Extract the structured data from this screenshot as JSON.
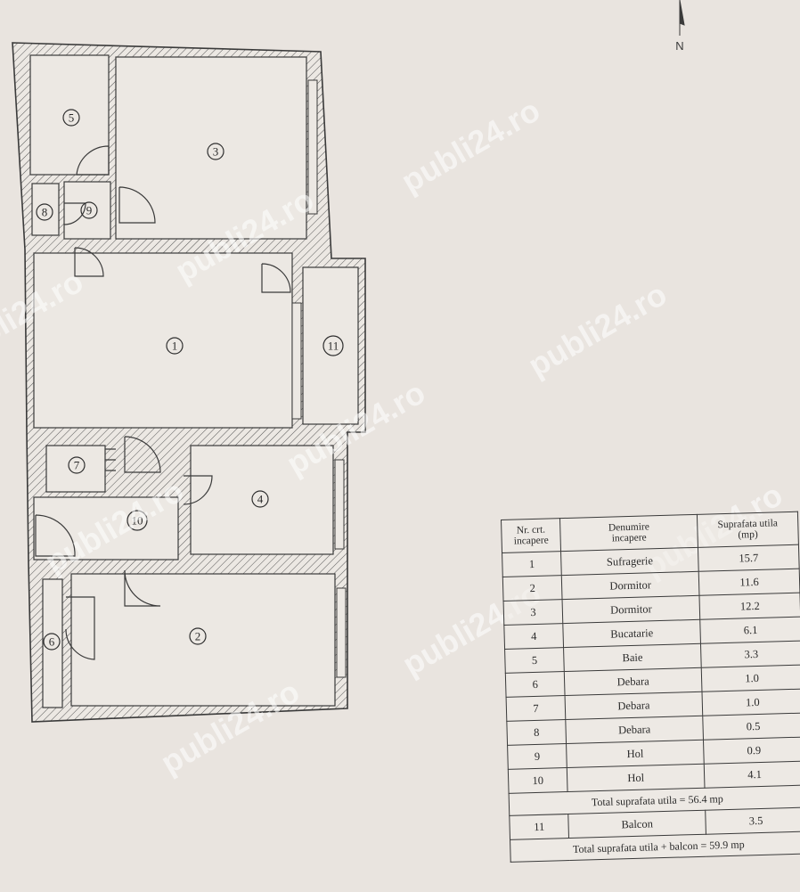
{
  "rooms": [
    {
      "id": "1",
      "label": "1"
    },
    {
      "id": "2",
      "label": "2"
    },
    {
      "id": "3",
      "label": "3"
    },
    {
      "id": "4",
      "label": "4"
    },
    {
      "id": "5",
      "label": "5"
    },
    {
      "id": "6",
      "label": "6"
    },
    {
      "id": "7",
      "label": "7"
    },
    {
      "id": "8",
      "label": "8"
    },
    {
      "id": "9",
      "label": "9"
    },
    {
      "id": "10",
      "label": "10"
    },
    {
      "id": "11",
      "label": "11"
    }
  ],
  "north_label": "N",
  "watermark": "publi24.ro",
  "table": {
    "headers": {
      "nr": [
        "Nr. crt.",
        "incapere"
      ],
      "name": [
        "Denumire",
        "incapere"
      ],
      "area": [
        "Suprafata utila",
        "(mp)"
      ]
    },
    "rows": [
      {
        "nr": "1",
        "name": "Sufragerie",
        "area": "15.7"
      },
      {
        "nr": "2",
        "name": "Dormitor",
        "area": "11.6"
      },
      {
        "nr": "3",
        "name": "Dormitor",
        "area": "12.2"
      },
      {
        "nr": "4",
        "name": "Bucatarie",
        "area": "6.1"
      },
      {
        "nr": "5",
        "name": "Baie",
        "area": "3.3"
      },
      {
        "nr": "6",
        "name": "Debara",
        "area": "1.0"
      },
      {
        "nr": "7",
        "name": "Debara",
        "area": "1.0"
      },
      {
        "nr": "8",
        "name": "Debara",
        "area": "0.5"
      },
      {
        "nr": "9",
        "name": "Hol",
        "area": "0.9"
      },
      {
        "nr": "10",
        "name": "Hol",
        "area": "4.1"
      }
    ],
    "total_useful": "Total suprafata utila = 56.4 mp",
    "balcony": {
      "nr": "11",
      "name": "Balcon",
      "area": "3.5"
    },
    "total_with_balcony": "Total suprafata utila + balcon = 59.9 mp"
  }
}
